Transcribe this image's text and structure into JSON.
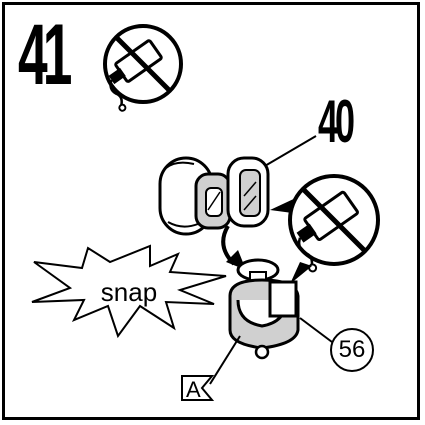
{
  "diagram": {
    "step_number": "41",
    "part_number": "40",
    "action_label": "snap",
    "callout_number": "56",
    "position_marker": "A",
    "icons": {
      "no_glue_icon": "no-glue-icon",
      "no_glue_icon_2": "no-glue-icon"
    },
    "colors": {
      "ink": "#000000",
      "paper": "#ffffff",
      "shade": "#d0d0d0"
    }
  }
}
